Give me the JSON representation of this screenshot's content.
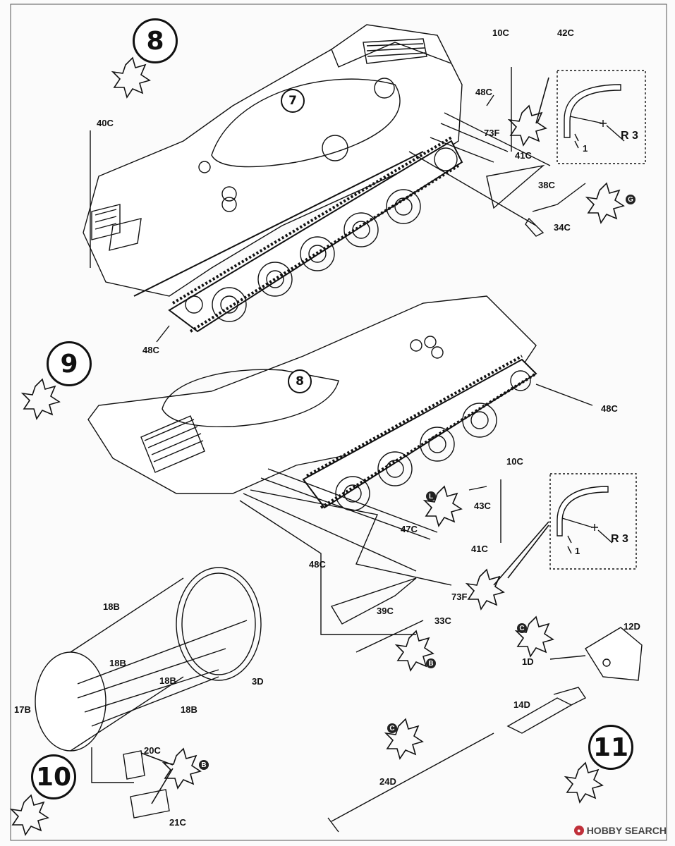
{
  "steps": {
    "step8": "8",
    "step9": "9",
    "step10": "10",
    "step11": "11"
  },
  "hull_numbers": {
    "top_hull": "7",
    "lower_hull": "8"
  },
  "parts": {
    "p10c_a": "10C",
    "p42c": "42C",
    "p48c_a": "48C",
    "p40c": "40C",
    "p73f_a": "73F",
    "p41c_a": "41C",
    "p38c": "38C",
    "p34c": "34C",
    "p48c_b": "48C",
    "p48c_c": "48C",
    "p10c_b": "10C",
    "p43c": "43C",
    "p47c": "47C",
    "p41c_b": "41C",
    "p48c_d": "48C",
    "p73f_b": "73F",
    "p39c": "39C",
    "p33c": "33C",
    "p18b_a": "18B",
    "p18b_b": "18B",
    "p18b_c": "18B",
    "p18b_d": "18B",
    "p3d": "3D",
    "p17b": "17B",
    "p20c": "20C",
    "p21c": "21C",
    "p12d": "12D",
    "p1d": "1D",
    "p14d": "14D",
    "p24d": "24D"
  },
  "detail_boxes": {
    "top": {
      "radius": "R 3",
      "dim": "1"
    },
    "bottom": {
      "radius": "R 3",
      "dim": "1"
    }
  },
  "sprue_letters": {
    "g": "G",
    "l": "L",
    "b_a": "B",
    "c_a": "C",
    "b_b": "B",
    "c_b": "C"
  },
  "watermark": {
    "text": "HOBBY SEARCH",
    "icon": "hobbysearch-logo-icon"
  },
  "icons": [
    "glue-drop-icon",
    "sprue-cut-icon",
    "cement-star-icon"
  ]
}
